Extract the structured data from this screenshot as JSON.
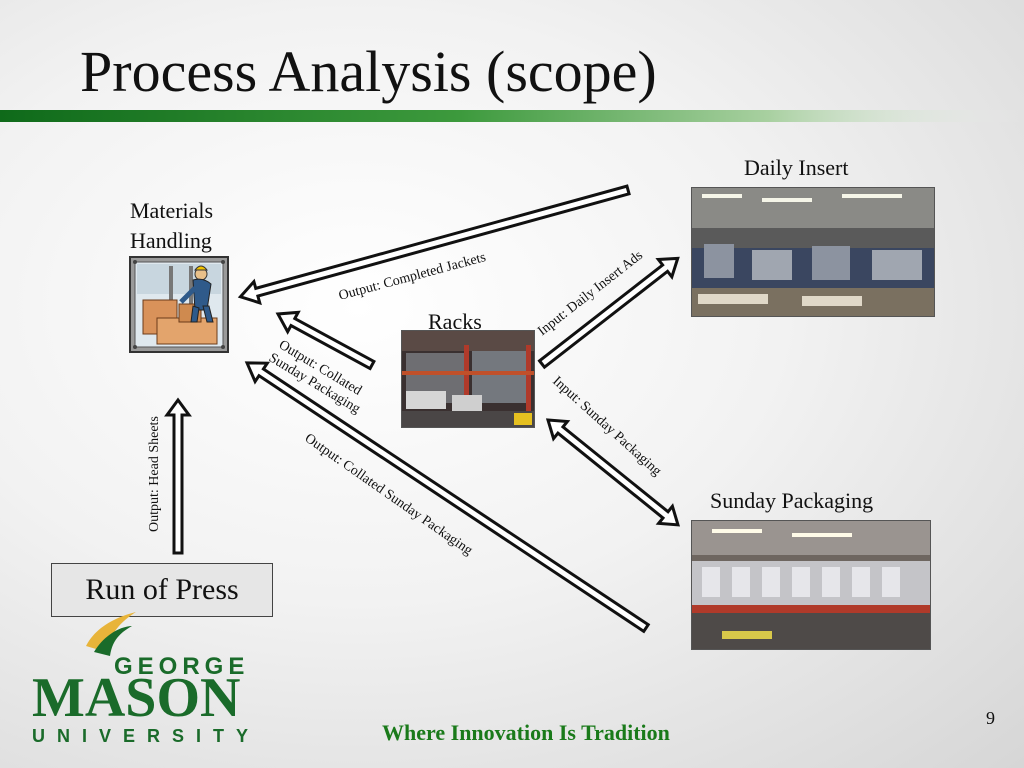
{
  "slide": {
    "title": "Process Analysis (scope)",
    "page_number": "9",
    "tagline": "Where Innovation Is Tradition"
  },
  "nodes": {
    "materials_handling_line1": "Materials",
    "materials_handling_line2": "Handling",
    "racks": "Racks",
    "daily_insert": "Daily Insert",
    "sunday_packaging": "Sunday Packaging",
    "run_of_press": "Run of Press"
  },
  "arrows": {
    "completed_jackets": "Output: Completed Jackets",
    "collated_line1": "Output: Collated",
    "collated_line2": "Sunday Packaging",
    "collated_sunday": "Output: Collated Sunday Packaging",
    "head_sheets": "Output: Head Sheets",
    "daily_insert_ads": "Input: Daily Insert Ads",
    "sunday_packaging_input": "Input: Sunday Packaging"
  },
  "logo": {
    "george": "GEORGE",
    "mason": "MASON",
    "university": "UNIVERSITY"
  },
  "colors": {
    "brand_green": "#1a6b2a",
    "brand_gold": "#e8b43a",
    "tagline_green": "#1a7a1a"
  }
}
